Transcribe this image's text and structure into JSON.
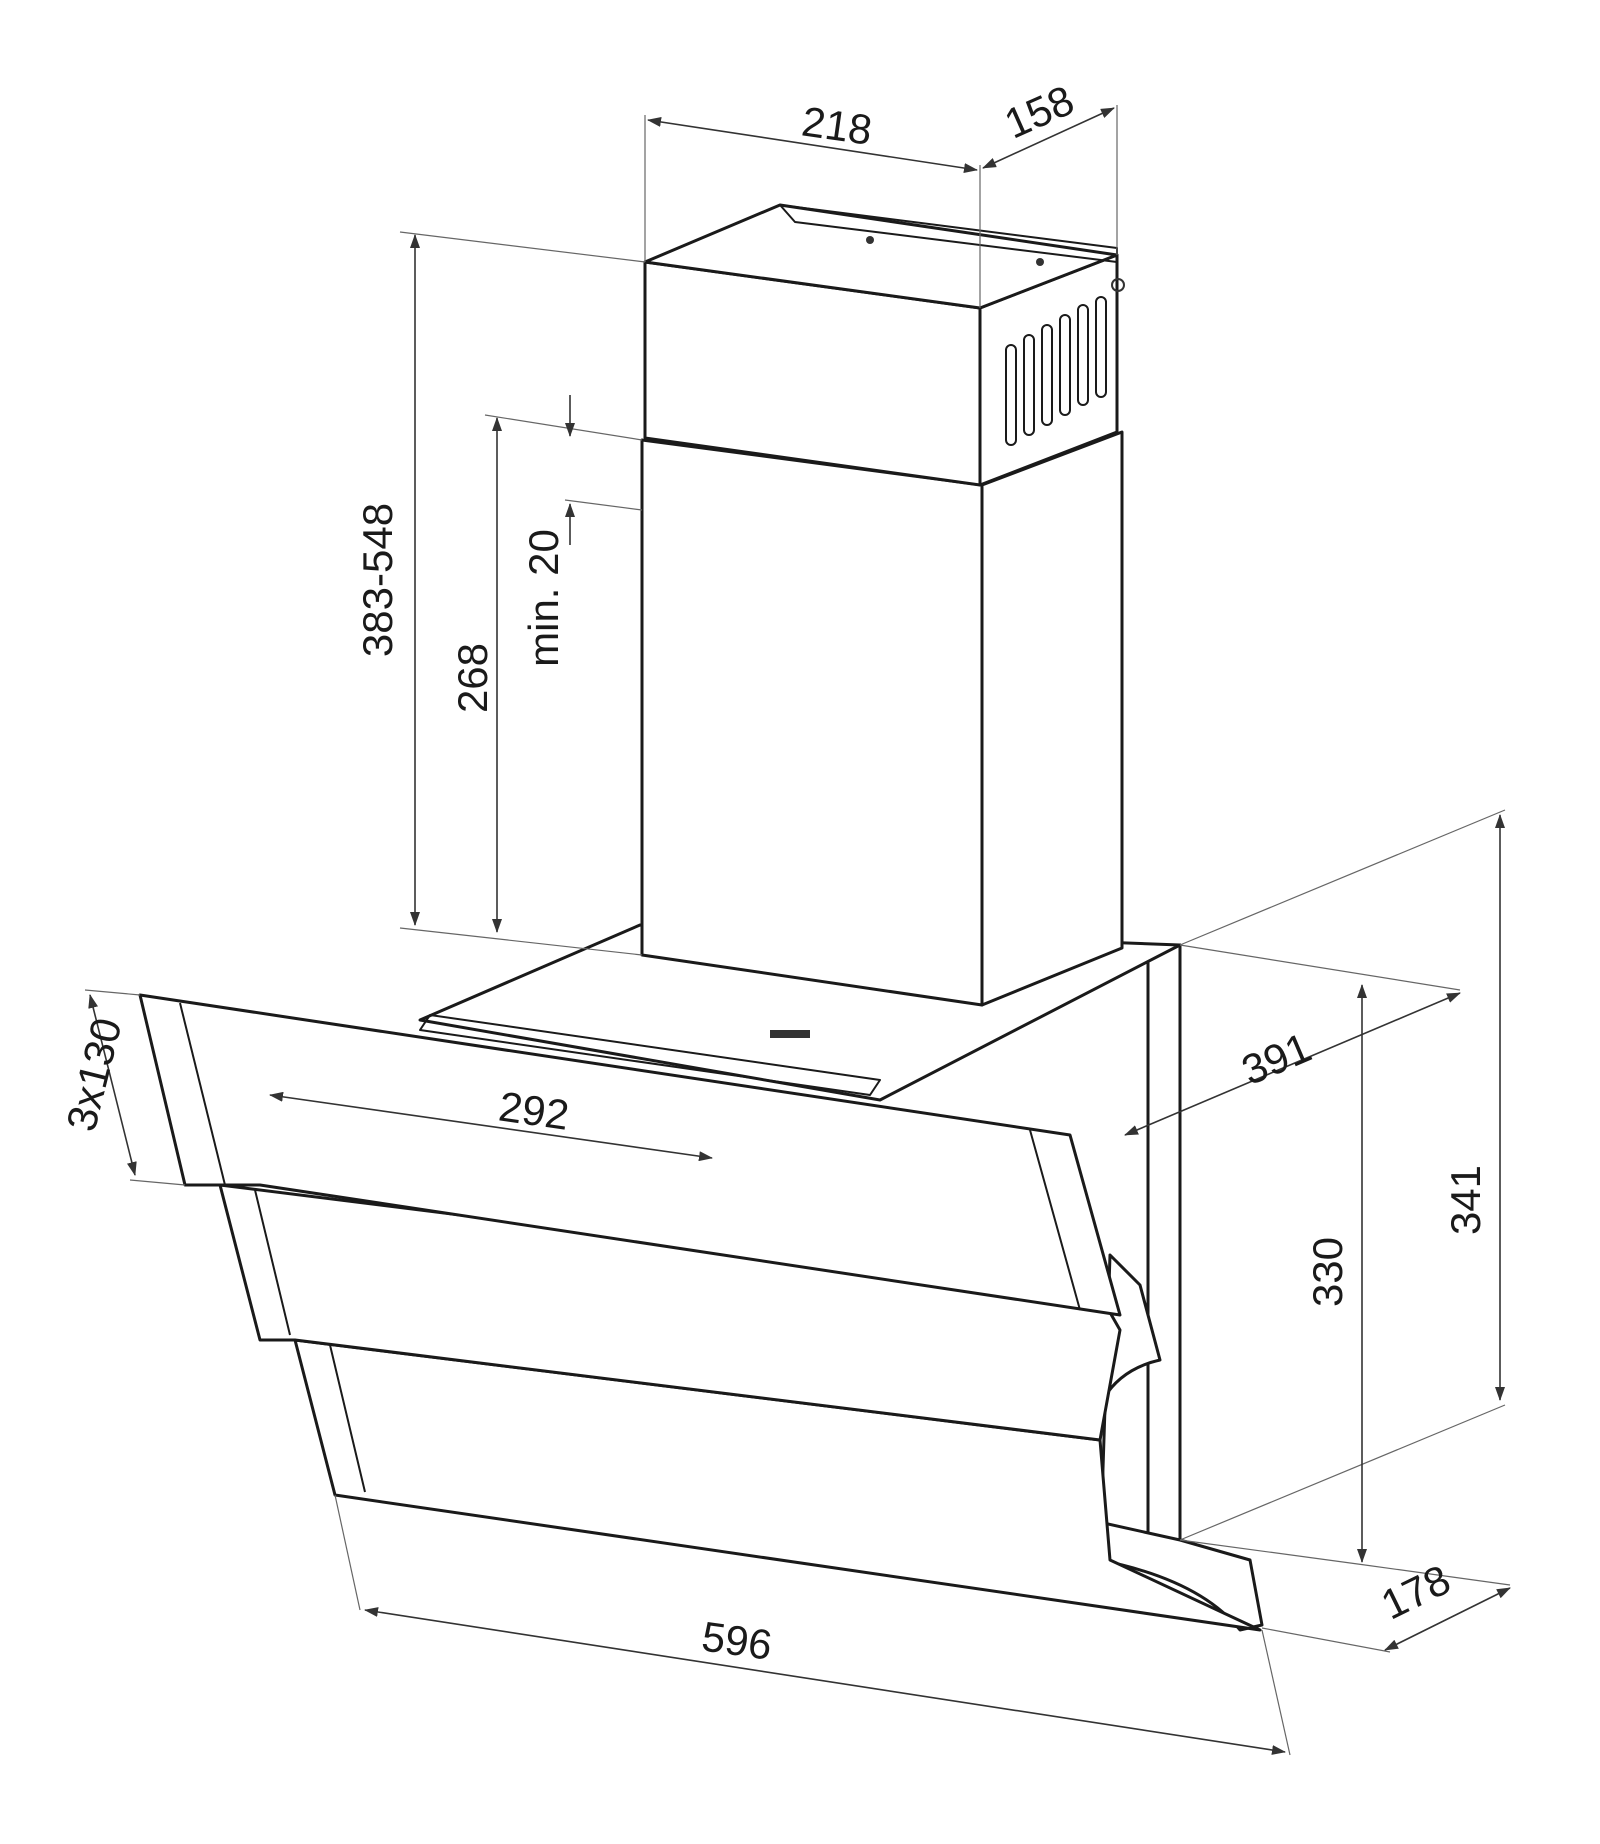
{
  "colors": {
    "line": "#1a1a1a",
    "dimension": "#333333",
    "background": "#ffffff"
  },
  "dimensions": {
    "chimney_width": "218",
    "chimney_depth": "158",
    "chimney_height_range": "383-548",
    "chimney_lower_height": "268",
    "overlap_min": "min. 20",
    "panel_height": "3x130",
    "outlet_width": "292",
    "body_depth": "391",
    "body_height_inner": "330",
    "body_height_total": "341",
    "base_depth": "178",
    "total_width": "596"
  }
}
